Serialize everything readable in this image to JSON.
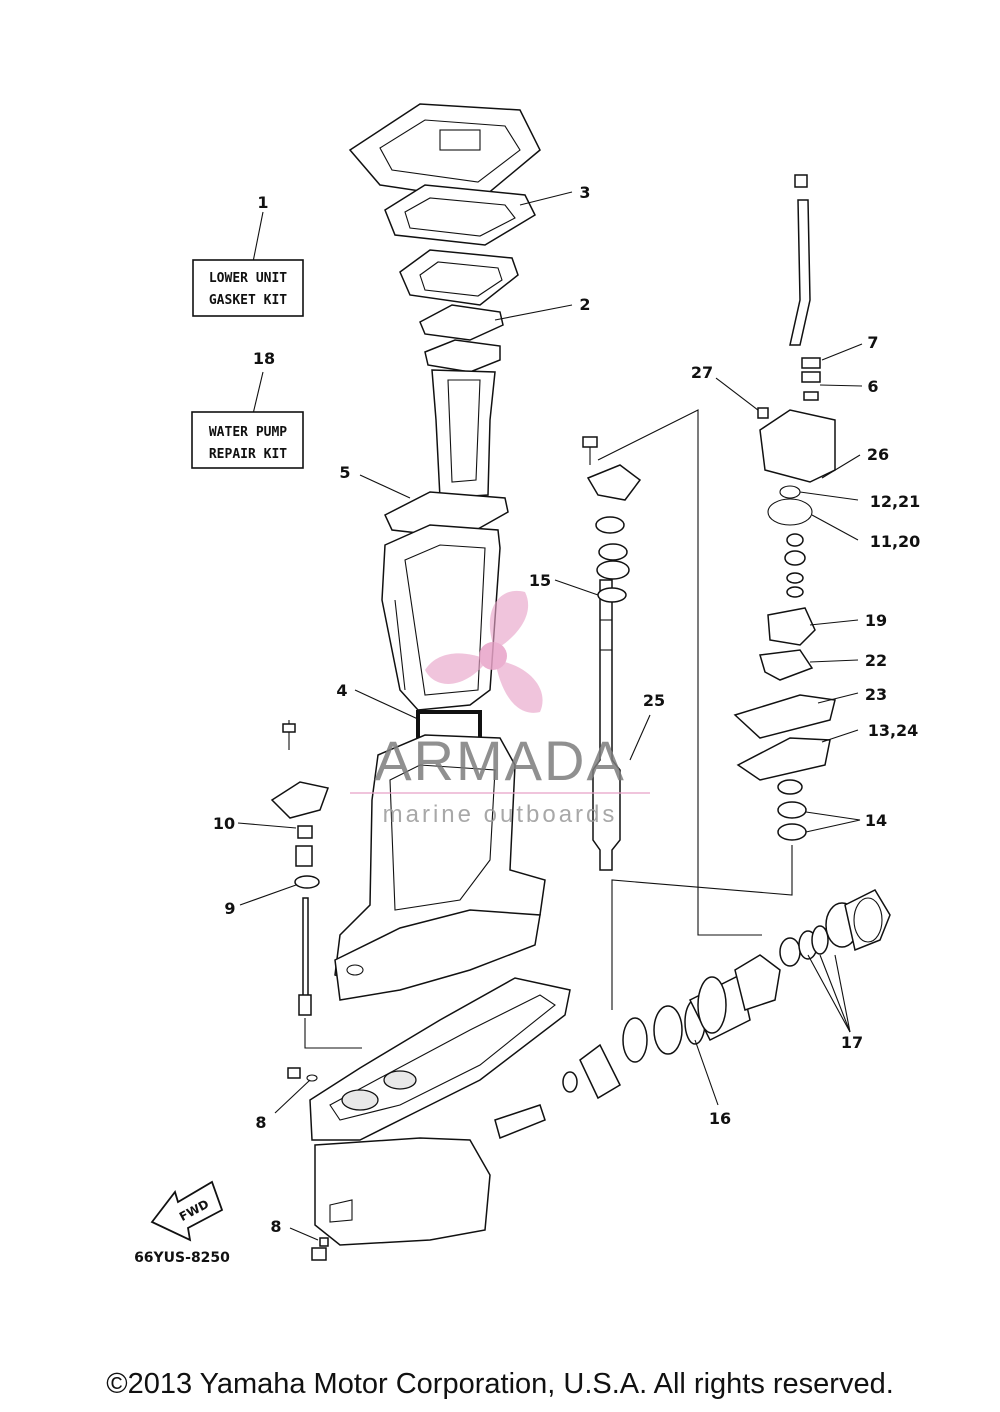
{
  "kits": {
    "gasket": {
      "number": "1",
      "line1": "LOWER UNIT",
      "line2": "GASKET KIT"
    },
    "water_pump": {
      "number": "18",
      "line1": "WATER PUMP",
      "line2": "REPAIR KIT"
    }
  },
  "callouts": {
    "c2": "2",
    "c3": "3",
    "c4": "4",
    "c5": "5",
    "c6": "6",
    "c7": "7",
    "c8a": "8",
    "c8b": "8",
    "c9": "9",
    "c10": "10",
    "c11_20": "11,20",
    "c12_21": "12,21",
    "c13_24": "13,24",
    "c14": "14",
    "c15": "15",
    "c16": "16",
    "c17": "17",
    "c19": "19",
    "c22": "22",
    "c23": "23",
    "c25": "25",
    "c26": "26",
    "c27": "27"
  },
  "fwd_label": "FWD",
  "diagram_code": "66YUS-8250",
  "watermark": {
    "brand": "ARMADA",
    "tagline": "marine outboards",
    "logo_color": "#e8a3c8"
  },
  "copyright": "©2013 Yamaha Motor Corporation, U.S.A. All rights reserved."
}
